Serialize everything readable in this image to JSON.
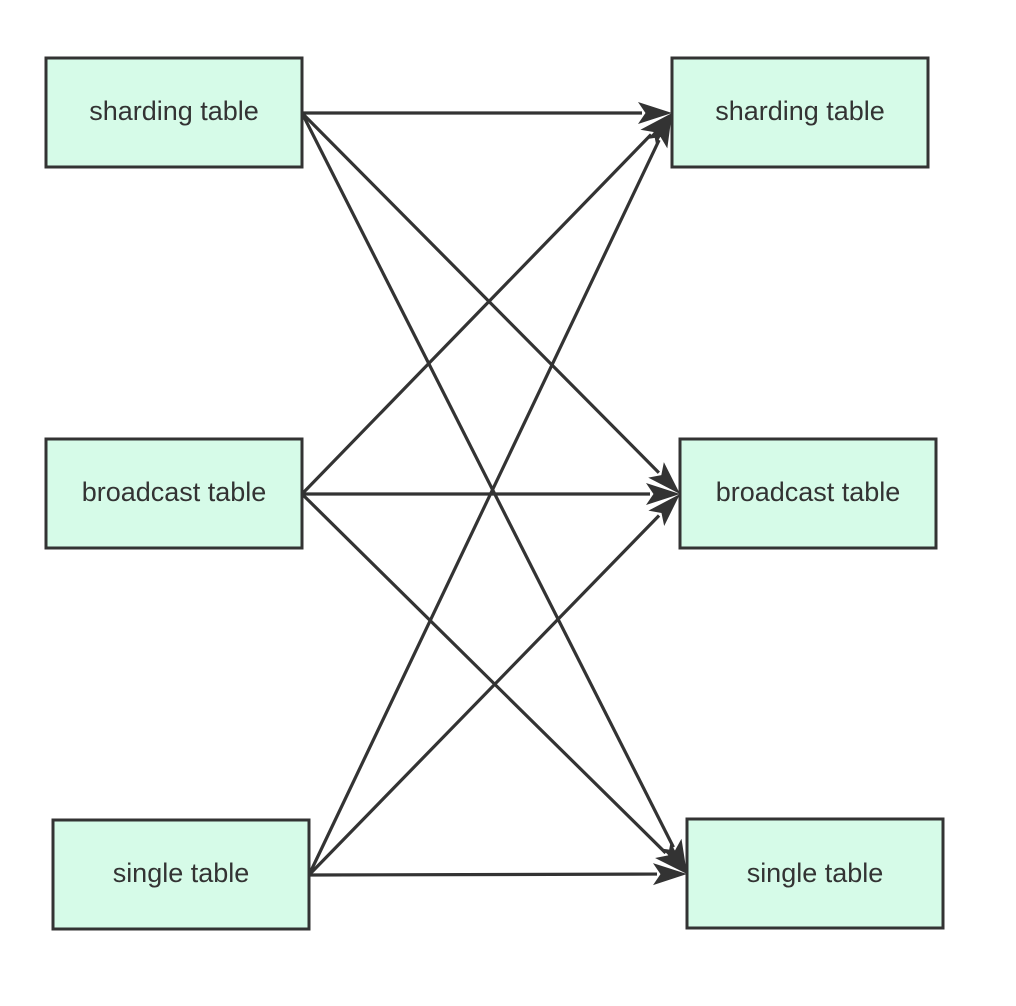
{
  "diagram": {
    "colors": {
      "node_fill": "#d6fbe8",
      "node_stroke": "#333333",
      "edge": "#333333",
      "text": "#333333"
    },
    "left_nodes": [
      {
        "id": "left-sharding",
        "label": "sharding table"
      },
      {
        "id": "left-broadcast",
        "label": "broadcast table"
      },
      {
        "id": "left-single",
        "label": "single table"
      }
    ],
    "right_nodes": [
      {
        "id": "right-sharding",
        "label": "sharding table"
      },
      {
        "id": "right-broadcast",
        "label": "broadcast table"
      },
      {
        "id": "right-single",
        "label": "single table"
      }
    ],
    "edges": [
      {
        "from": "left-sharding",
        "to": "right-sharding"
      },
      {
        "from": "left-sharding",
        "to": "right-broadcast"
      },
      {
        "from": "left-sharding",
        "to": "right-single"
      },
      {
        "from": "left-broadcast",
        "to": "right-sharding"
      },
      {
        "from": "left-broadcast",
        "to": "right-broadcast"
      },
      {
        "from": "left-broadcast",
        "to": "right-single"
      },
      {
        "from": "left-single",
        "to": "right-sharding"
      },
      {
        "from": "left-single",
        "to": "right-broadcast"
      },
      {
        "from": "left-single",
        "to": "right-single"
      }
    ]
  }
}
